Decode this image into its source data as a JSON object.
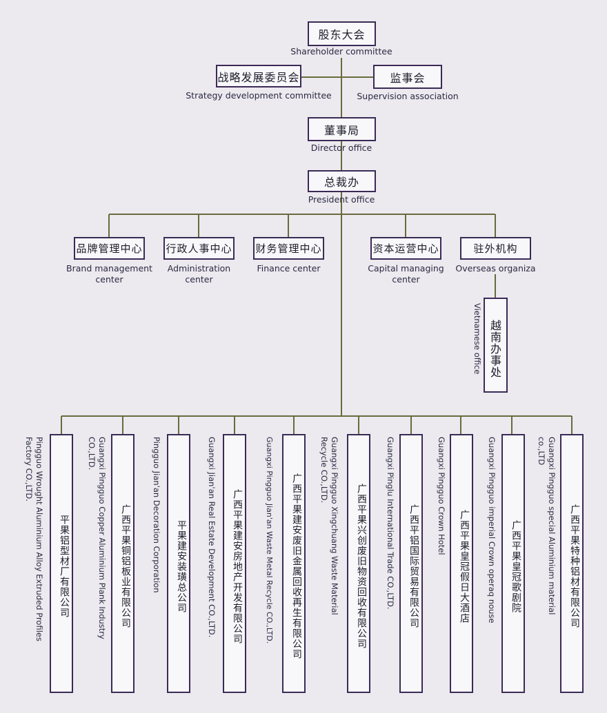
{
  "top": [
    {
      "cn": "股东大会",
      "en": "Shareholder  committee"
    },
    {
      "cn": "战略发展委员会",
      "en": "Strategy development  committee"
    },
    {
      "cn": "监事会",
      "en": "Supervision  association"
    },
    {
      "cn": "董事局",
      "en": "Director office"
    },
    {
      "cn": "总裁办",
      "en": "President  office"
    }
  ],
  "centers": [
    {
      "cn": "品牌管理中心",
      "en": "Brand management\ncenter"
    },
    {
      "cn": "行政人事中心",
      "en": "Administration\ncenter"
    },
    {
      "cn": "财务管理中心",
      "en": "Finance  center"
    },
    {
      "cn": "资本运营中心",
      "en": "Capital managing\ncenter"
    },
    {
      "cn": "驻外机构",
      "en": "Overseas  organiza"
    }
  ],
  "overseas_office": {
    "cn": "越南办事处",
    "en": "Vietnamese office"
  },
  "companies": [
    {
      "cn": "平果铝型材厂有限公司",
      "en": "Pingguo Wrought Aluminium Alloy Extruded Profiles Factory CO.,LTD."
    },
    {
      "cn": "广西平果铜铝板业有限公司",
      "en": "Guangxi Pingguo Copper Aluminium Plank Industry CO.,LTD."
    },
    {
      "cn": "平果建安装璜总公司",
      "en": "Pingguo Jian'an Decoration Corporation"
    },
    {
      "cn": "广西平果建安房地产开发有限公司",
      "en": "Guangxi Jian'an Real Estate Development CO.,LTD."
    },
    {
      "cn": "广西平果建安废旧金属回收再生有限公司",
      "en": "Guangxi Pingguo Jian'an Waste Metal Recycle CO.,LTD."
    },
    {
      "cn": "广西平果兴创废旧物资回收有限公司",
      "en": "Guangxi Pingguo Xingchuang Waste Material Recycle CO.,LTD."
    },
    {
      "cn": "广西平铝国际贸易有限公司",
      "en": "Guangxi Pinglu International Trade CO.,LTD."
    },
    {
      "cn": "广西平果皇冠假日大酒店",
      "en": "Guangxi Pingguo Crown Hotel"
    },
    {
      "cn": "广西平果皇冠歌剧院",
      "en": "Guangxi Pingguo imperial Crown operaq nouse"
    },
    {
      "cn": "广西平果特种铝材有限公司",
      "en": "Guangxi Pingguo special Aluminium material co.,LTD"
    }
  ]
}
